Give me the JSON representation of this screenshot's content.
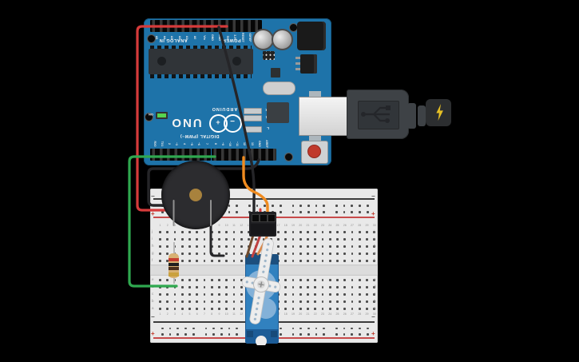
{
  "app": {
    "background": "#000000"
  },
  "arduino": {
    "board_color": "#1e73a9",
    "texts": {
      "analog_section": "ANALOG IN",
      "power_section": "POWER",
      "digital_section": "DIGITAL (PWM~)",
      "brand": "ARDUINO",
      "model": "UNO",
      "on": "ON",
      "rx": "RX",
      "tx": "TX",
      "l": "L"
    },
    "analog_pins": [
      "A5",
      "A4",
      "A3",
      "A2",
      "A1",
      "A0"
    ],
    "power_pins": [
      "Vin",
      "GND",
      "GND",
      "5V",
      "3.3V",
      "RESET",
      "IOREF"
    ],
    "digital_pins": [
      "RX0",
      "TX1",
      "2",
      "~3",
      "4",
      "~5",
      "~6",
      "7",
      "8",
      "~9",
      "~10",
      "~11",
      "12",
      "13",
      "GND",
      "AREF"
    ]
  },
  "breadboard": {
    "columns": 30,
    "top_letters": [
      "j",
      "i",
      "h",
      "g",
      "f"
    ],
    "bottom_letters": [
      "e",
      "d",
      "c",
      "b",
      "a"
    ],
    "minus": "−",
    "plus": "+"
  },
  "components": {
    "buzzer": {
      "name": "piezo buzzer",
      "body_color": "#2c2c2f",
      "center_color": "#a8823d"
    },
    "servo": {
      "name": "micro servo",
      "body_color": "#3181bf",
      "cable_colors": {
        "brown": "#6f4a2d",
        "red": "#c04040",
        "orange": "#d9884a"
      }
    },
    "resistor": {
      "name": "resistor",
      "body_color": "#d8b173",
      "band_colors": [
        "#c63d30",
        "#1f1f1f",
        "#4a2f1c",
        "#caa13e"
      ]
    },
    "usb_cable": {
      "name": "USB cable"
    }
  },
  "wires": {
    "red_5v": {
      "color": "#d63b3b"
    },
    "green_pin8": {
      "color": "#2fa84f"
    },
    "orange_pin12": {
      "color": "#ef8b1f"
    },
    "black_gnd_servo": {
      "color": "#252528"
    },
    "black_gnd_rail": {
      "color": "#252528"
    },
    "black_jumper": {
      "color": "#252528"
    },
    "red_plus_jumper": {
      "color": "#d63b3b"
    }
  }
}
